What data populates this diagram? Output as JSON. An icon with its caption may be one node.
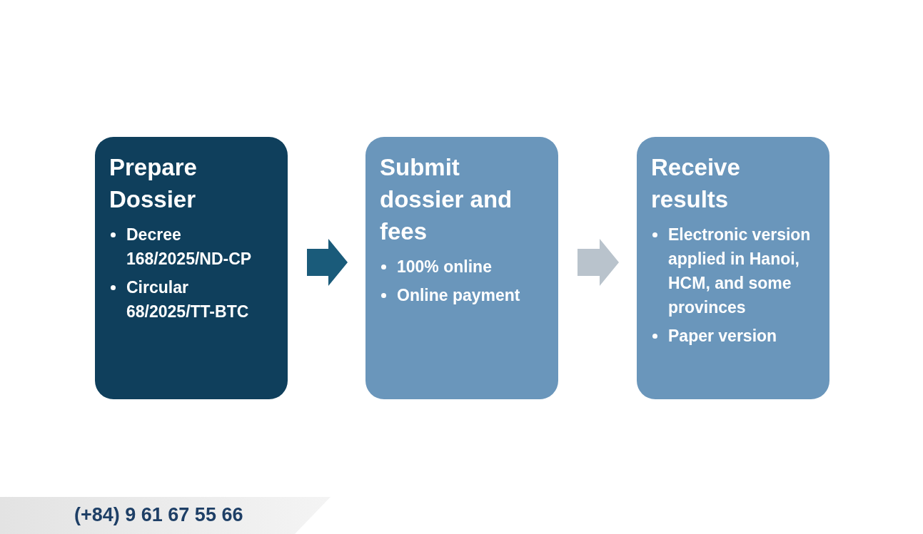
{
  "diagram": {
    "nodes": [
      {
        "text": [
          "Prepare Dossier",
          "Decree 168/2025/ND-CP",
          "Circular 68/2025/TT-BTC"
        ]
      },
      {
        "text": [
          "Submit dossier and fees",
          "100% online",
          "Online payment"
        ]
      },
      {
        "text": [
          "Receive results",
          "Electronic version applied in Hanoi, HCM, and some provinces",
          "Paper version"
        ]
      }
    ],
    "edges": [
      {
        "from": 0,
        "to": 1,
        "arrow": "to",
        "color": "#1a5b7a"
      },
      {
        "from": 1,
        "to": 2,
        "arrow": "to",
        "color": "#b9c3cc"
      }
    ],
    "labels": [
      "(+84) 9 61 67 55 66"
    ]
  }
}
